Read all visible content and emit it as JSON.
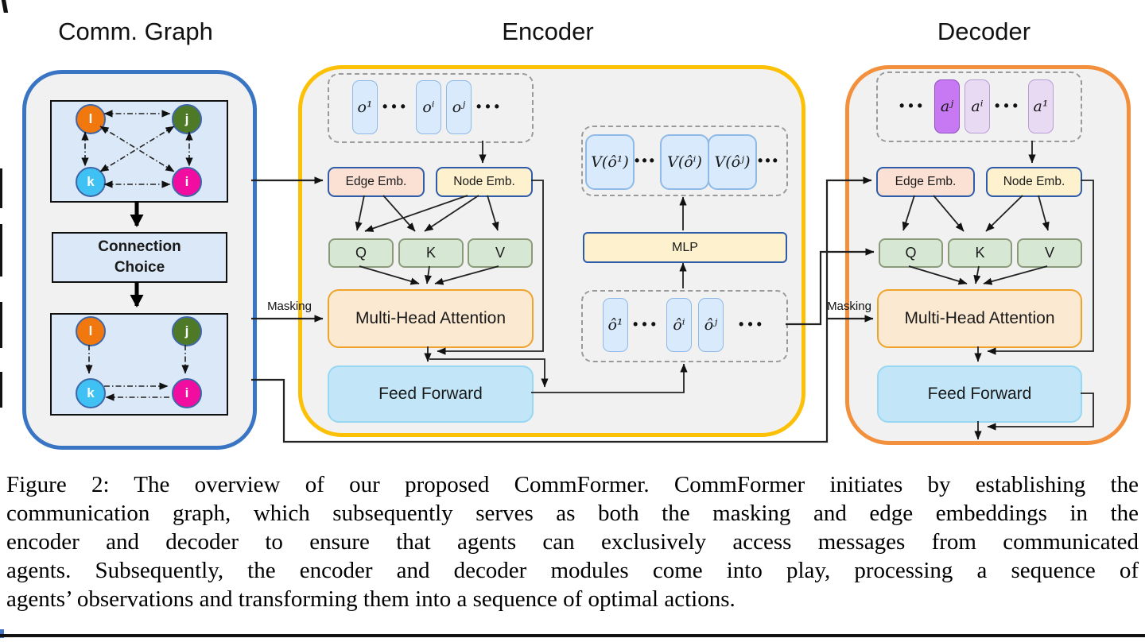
{
  "figure": {
    "comm": {
      "title": "Comm. Graph",
      "full_graph_nodes": {
        "l": "l",
        "j": "j",
        "k": "k",
        "i": "i"
      },
      "connection_choice": {
        "line1": "Connection",
        "line2": "Choice"
      },
      "chosen_graph_nodes": {
        "l": "l",
        "j": "j",
        "k": "k",
        "i": "i"
      }
    },
    "encoder": {
      "title": "Encoder",
      "masking_label": "Masking",
      "obs_tokens": [
        "o¹",
        "oⁱ",
        "oʲ"
      ],
      "edge_emb_label": "Edge Emb.",
      "node_emb_label": "Node Emb.",
      "q_label": "Q",
      "k_label": "K",
      "v_label": "V",
      "mha_label": "Multi-Head Attention",
      "ff_label": "Feed Forward",
      "value_tokens": [
        "V(ô¹)",
        "V(ôⁱ)",
        "V(ôʲ)"
      ],
      "mlp_label": "MLP",
      "encoded_tokens": [
        "ô¹",
        "ôⁱ",
        "ôʲ"
      ]
    },
    "decoder": {
      "title": "Decoder",
      "masking_label": "Masking",
      "action_tokens": [
        "aʲ",
        "aⁱ",
        "a¹"
      ],
      "edge_emb_label": "Edge Emb.",
      "node_emb_label": "Node Emb.",
      "q_label": "Q",
      "k_label": "K",
      "v_label": "V",
      "mha_label": "Multi-Head Attention",
      "ff_label": "Feed Forward"
    },
    "symbols": {
      "ellipsis": "•••"
    },
    "colors": {
      "comm_border": "#3a75c4",
      "encoder_border": "#fcc007",
      "decoder_border": "#f2903d",
      "panel_fill": "#f1f1f2",
      "node_l": "#f0780f",
      "node_j": "#4e7a27",
      "node_k": "#3fc2f3",
      "node_i": "#f00da0",
      "edge_emb_fill": "#fbe0d4",
      "node_emb_fill": "#fdf2cd",
      "qkv_fill": "#d6e8d4",
      "mha_fill": "#fce9d1",
      "ff_fill": "#c2e6f8",
      "token_fill": "#d8eafc",
      "action_highlight_fill": "#c679f2",
      "action_fill": "#e8daf3"
    }
  },
  "caption": {
    "lines": [
      "Figure 2: The overview of our proposed CommFormer. CommFormer initiates by establishing the",
      "communication graph, which subsequently serves as both the masking and edge embeddings in the",
      "encoder and decoder to ensure that agents can exclusively access messages from communicated",
      "agents. Subsequently, the encoder and decoder modules come into play, processing a sequence of",
      "agents’ observations and transforming them into a sequence of optimal actions."
    ]
  }
}
